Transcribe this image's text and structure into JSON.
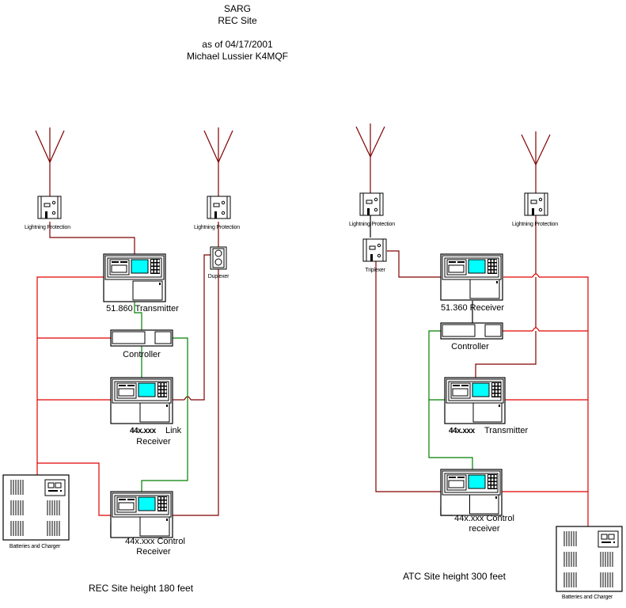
{
  "header": {
    "line1": "SARG",
    "line2": "REC Site",
    "line3": "as of 04/17/2001",
    "line4": "Michael Lussier K4MQF"
  },
  "colors": {
    "rf_cable": "#800000",
    "power": "#e00000",
    "control": "#008000",
    "outline": "#000000",
    "screen": "#00ffff"
  },
  "rec_site": {
    "caption": "REC Site height 180 feet",
    "lightning_left": "Lightning Protection",
    "lightning_right": "Lightning Protection",
    "duplexer": "Duplexer",
    "transmitter": "51.860 Transmitter",
    "controller": "Controller",
    "link_receiver_bold": "44x.xxx",
    "link_receiver_1": "Link",
    "link_receiver_2": "Receiver",
    "control_receiver_1": "44x.xxx Control",
    "control_receiver_2": "Receiver",
    "batteries": "Batteries and Charger"
  },
  "atc_site": {
    "caption": "ATC Site height 300 feet",
    "lightning_left": "Lightning Protection",
    "lightning_right": "Lightning Protection",
    "triplexer": "Triplexer",
    "receiver": "51.360 Receiver",
    "controller": "Controller",
    "transmitter_bold": "44x.xxx",
    "transmitter": "Transmitter",
    "control_receiver_1": "44x.xxx Control",
    "control_receiver_2": "receiver",
    "batteries": "Batteries and Charger"
  }
}
